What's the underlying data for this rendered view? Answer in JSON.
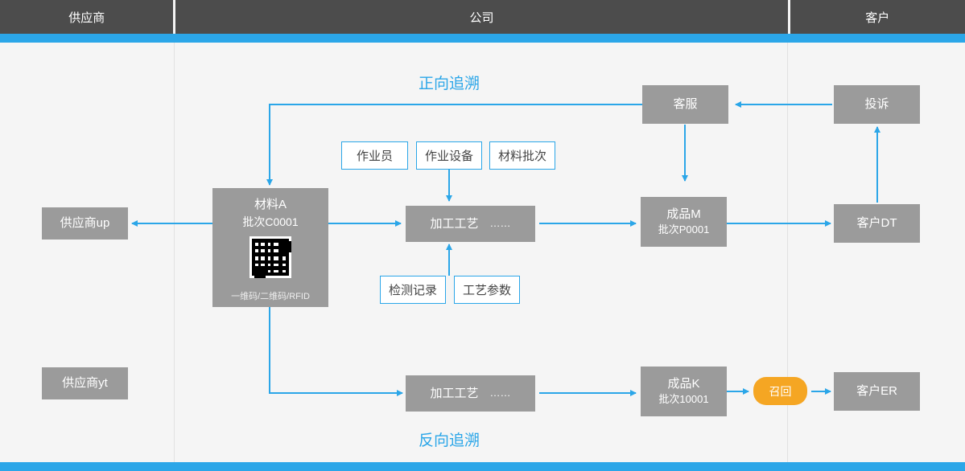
{
  "header": {
    "columns": [
      {
        "label": "供应商"
      },
      {
        "label": "公司"
      },
      {
        "label": "客户"
      }
    ]
  },
  "captions": {
    "forward": "正向追溯",
    "reverse": "反向追溯"
  },
  "colors": {
    "accent": "#2ba6e8",
    "header_bg": "#4c4c4c",
    "node_gray": "#9b9b9b",
    "recall_orange": "#f5a623",
    "canvas_bg": "#f5f5f5"
  },
  "nodes": {
    "supplier_up": {
      "label": "供应商up"
    },
    "supplier_yt": {
      "label": "供应商yt"
    },
    "material_a": {
      "title": "材料A",
      "batch": "批次C0001",
      "code_types": "一维码/二维码/RFID",
      "qr": "qr-code"
    },
    "process_top": {
      "label": "加工工艺",
      "dots": "……"
    },
    "process_bottom": {
      "label": "加工工艺",
      "dots": "……"
    },
    "product_m": {
      "title": "成品M",
      "batch": "批次P0001"
    },
    "product_k": {
      "title": "成品K",
      "batch": "批次10001"
    },
    "customer_service": {
      "label": "客服"
    },
    "complaint": {
      "label": "投诉"
    },
    "customer_dt": {
      "label": "客户DT"
    },
    "customer_er": {
      "label": "客户ER"
    },
    "recall": {
      "label": "召回"
    }
  },
  "attributes": {
    "operator": "作业员",
    "equipment": "作业设备",
    "material_batch": "材料批次",
    "inspection_record": "检测记录",
    "process_parameter": "工艺参数"
  }
}
